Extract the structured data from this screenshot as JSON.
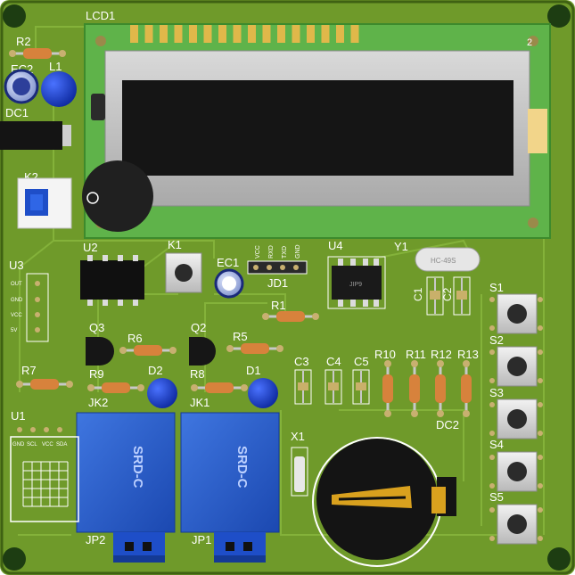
{
  "colors": {
    "board": "#6f9a2a",
    "board_dark": "#4d7318",
    "silk": "#ffffff",
    "copper_pad": "#c8b070",
    "lcd_green": "#5fb34a",
    "relay_blue": "#2356c8",
    "led_blue": "#1a3fbf",
    "resistor": "#d7823c"
  },
  "labels": {
    "lcd1": "LCD1",
    "r2": "R2",
    "ec2": "EC2",
    "l1": "L1",
    "dc1": "DC1",
    "k2": "K2",
    "u2": "U2",
    "k1": "K1",
    "ec1": "EC1",
    "jd1": "JD1",
    "u4": "U4",
    "y1": "Y1",
    "crystal_text": "HC-49S",
    "c1": "C1",
    "c2": "C2",
    "u3": "U3",
    "q3": "Q3",
    "q2": "Q2",
    "r6": "R6",
    "r5": "R5",
    "r1": "R1",
    "r7": "R7",
    "r9": "R9",
    "r8": "R8",
    "d2": "D2",
    "d1": "D1",
    "jk2": "JK2",
    "jk1": "JK1",
    "c3": "C3",
    "c4": "C4",
    "c5": "C5",
    "r10": "R10",
    "r11": "R11",
    "r12": "R12",
    "r13": "R13",
    "dc2": "DC2",
    "u1": "U1",
    "x1": "X1",
    "jp2": "JP2",
    "jp1": "JP1",
    "s1": "S1",
    "s2": "S2",
    "s3": "S3",
    "s4": "S4",
    "s5": "S5",
    "relay_text": "SRD-C",
    "lcd_pin_num": "2",
    "jd1_pins": [
      "VCC",
      "RXD",
      "TXD",
      "GND"
    ],
    "u4_chip_text": "JIP9",
    "u3_pins": [
      "OUT",
      "GND",
      "VCC",
      "5V"
    ],
    "u1_pins": [
      "GND",
      "SCL",
      "VCC",
      "SDA"
    ]
  }
}
